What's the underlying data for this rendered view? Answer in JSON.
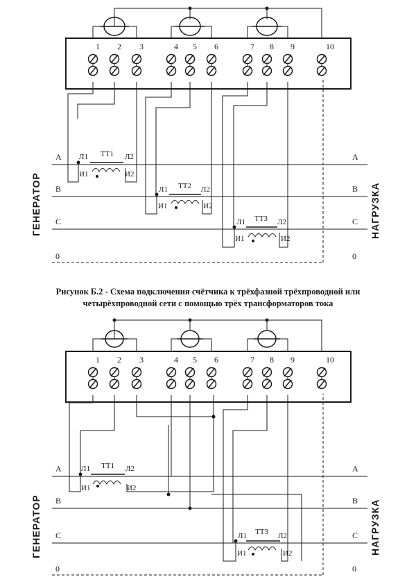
{
  "caption": {
    "line1": "Рисунок Б.2 - Схема подключения счётчика к трёхфазной трёхпроводной или",
    "line2": "четырёхпроводной сети с помощью трёх трансформаторов тока"
  },
  "terminals": [
    "1",
    "2",
    "3",
    "4",
    "5",
    "6",
    "7",
    "8",
    "9",
    "10"
  ],
  "lines_left": [
    "A",
    "B",
    "C",
    "0"
  ],
  "lines_right": [
    "A",
    "B",
    "C",
    "0"
  ],
  "side_left": "ГЕНЕРАТОР",
  "side_right": "НАГРУЗКА",
  "transformers": [
    "TT1",
    "TT2",
    "TT3"
  ],
  "ct_labels": {
    "l1": "Л1",
    "l2": "Л2",
    "i1": "И1",
    "i2": "И2"
  }
}
